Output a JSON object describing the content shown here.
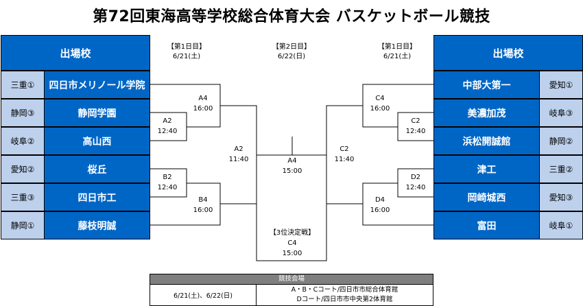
{
  "title": "第72回東海高等学校総合体育大会 バスケットボール競技",
  "left_header": "出場校",
  "right_header": "出場校",
  "days": {
    "left": {
      "label": "【第1日目】",
      "date": "6/21(土)"
    },
    "center": {
      "label": "【第2日目】",
      "date": "6/22(日)"
    },
    "right": {
      "label": "【第1日目】",
      "date": "6/21(土)"
    }
  },
  "left_teams": [
    {
      "pref": "三重①",
      "school": "四日市メリノール学院"
    },
    {
      "pref": "静岡③",
      "school": "静岡学園"
    },
    {
      "pref": "岐阜②",
      "school": "高山西"
    },
    {
      "pref": "愛知②",
      "school": "桜丘"
    },
    {
      "pref": "三重③",
      "school": "四日市工"
    },
    {
      "pref": "静岡①",
      "school": "藤枝明誠"
    }
  ],
  "right_teams": [
    {
      "pref": "愛知①",
      "school": "中部大第一"
    },
    {
      "pref": "岐阜③",
      "school": "美濃加茂"
    },
    {
      "pref": "静岡②",
      "school": "浜松開誠館"
    },
    {
      "pref": "三重②",
      "school": "津工"
    },
    {
      "pref": "愛知③",
      "school": "岡崎城西"
    },
    {
      "pref": "岐阜①",
      "school": "富田"
    }
  ],
  "matches": {
    "a4": {
      "court": "A4",
      "time": "16:00"
    },
    "a2_r1": {
      "court": "A2",
      "time": "12:40"
    },
    "b2": {
      "court": "B2",
      "time": "12:40"
    },
    "b4": {
      "court": "B4",
      "time": "16:00"
    },
    "a2_semi": {
      "court": "A2",
      "time": "11:40"
    },
    "final": {
      "court": "A4",
      "time": "15:00"
    },
    "c2_semi": {
      "court": "C2",
      "time": "11:40"
    },
    "c4": {
      "court": "C4",
      "time": "16:00"
    },
    "c2_r1": {
      "court": "C2",
      "time": "12:40"
    },
    "d2": {
      "court": "D2",
      "time": "12:40"
    },
    "d4": {
      "court": "D4",
      "time": "16:00"
    },
    "third": {
      "label": "【3位決定戦】",
      "court": "C4",
      "time": "15:00"
    }
  },
  "venue": {
    "header": "競技会場",
    "dates": "6/21(土)、6/22(日)",
    "place1": "A・B・Cコート/四日市市総合体育館",
    "place2": "Dコート/四日市市中央第2体育館"
  },
  "colors": {
    "school_bg": "#0066c6",
    "pref_bg": "#bdd0ec",
    "venue_header_bg": "#7f7f7f"
  }
}
